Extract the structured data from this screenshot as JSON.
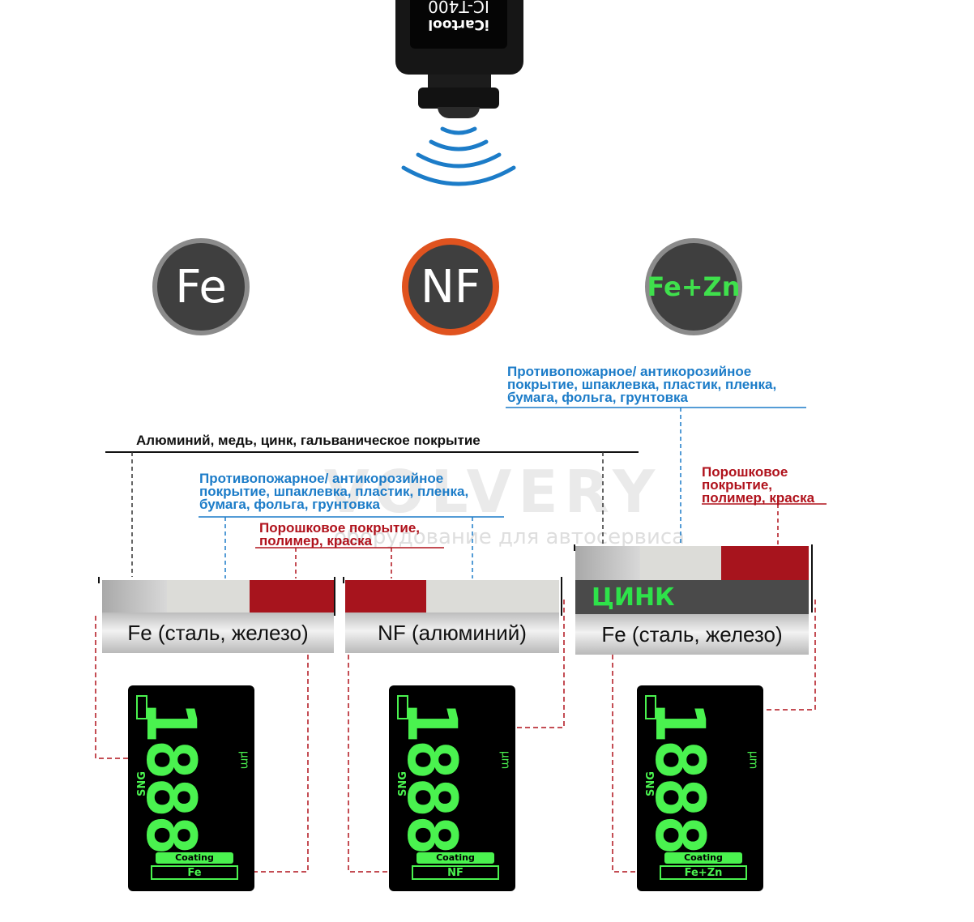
{
  "device": {
    "brand": "iCartool",
    "model": "IC-T400"
  },
  "modes": [
    {
      "label": "Fe",
      "border_color": "#8b8b8b"
    },
    {
      "label": "NF",
      "border_color": "#e0531f"
    },
    {
      "label": "Fe+Zn",
      "border_color": "#8b8b8b",
      "text_color": "#3fe04c"
    }
  ],
  "labels": {
    "nf_metals": "Алюминий, медь, цинк, гальваническое покрытие",
    "fire_coating_line1": "Противопожарное/ антикорозийное",
    "fire_coating_line2": "покрытие, шпаклевка, пластик, пленка,",
    "fire_coating_line3": "бумага, фольга, грунтовка",
    "powder_left_line1": "Порошковое покрытие,",
    "powder_left_line2": "полимер, краска",
    "powder_right_line1": "Порошковое",
    "powder_right_line2": "покрытие,",
    "powder_right_line3": "полимер, краска"
  },
  "substrates": {
    "fe_left": "Fe (сталь, железо)",
    "nf_middle": "NF (алюминий)",
    "zinc": "ЦИНК",
    "fe_right": "Fe (сталь, железо)"
  },
  "lcds": [
    {
      "digits": "1888",
      "unit": "μm",
      "sng": "SNG",
      "coating": "Coating",
      "mode": "Fe"
    },
    {
      "digits": "1888",
      "unit": "μm",
      "sng": "SNG",
      "coating": "Coating",
      "mode": "NF"
    },
    {
      "digits": "1888",
      "unit": "μm",
      "sng": "SNG",
      "coating": "Coating",
      "mode": "Fe+Zn"
    }
  ],
  "watermark": {
    "brand": "VOLVERY",
    "tagline": "оборудование для автосервиса"
  },
  "colors": {
    "accent_blue": "#1c7cc8",
    "accent_red": "#b0121c",
    "lcd_green": "#4af24f",
    "nf_orange": "#e0531f"
  }
}
